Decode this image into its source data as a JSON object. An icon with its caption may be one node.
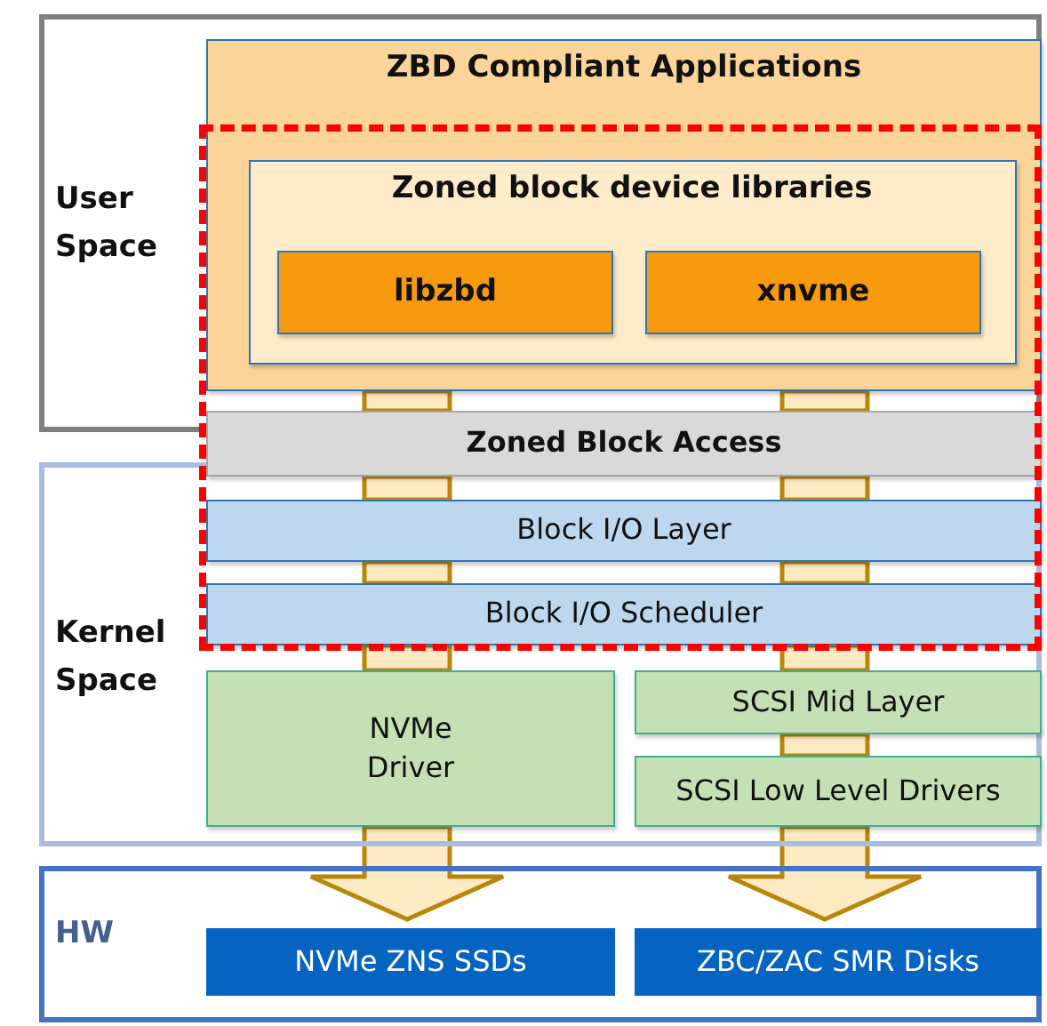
{
  "diagram": {
    "nodes": [
      {
        "text": [
          "User Space"
        ]
      },
      {
        "text": [
          "Kernel Space"
        ]
      },
      {
        "text": [
          "HW"
        ]
      },
      {
        "text": [
          "ZBD Compliant Applications"
        ],
        "in": 0
      },
      {
        "text": [
          "Zoned block device libraries"
        ],
        "in": 3
      },
      {
        "text": [
          "libzbd"
        ],
        "in": 4
      },
      {
        "text": [
          "xnvme"
        ],
        "in": 4
      },
      {
        "text": [
          "Zoned Block Access"
        ]
      },
      {
        "text": [
          "Block I/O Layer"
        ],
        "in": 1
      },
      {
        "text": [
          "Block I/O Scheduler"
        ],
        "in": 1
      },
      {
        "text": [
          "NVMe Driver"
        ],
        "in": 1
      },
      {
        "text": [
          "SCSI Mid Layer"
        ],
        "in": 1
      },
      {
        "text": [
          "SCSI Low Level Drivers"
        ],
        "in": 1
      },
      {
        "text": [
          "NVMe ZNS SSDs"
        ],
        "in": 2
      },
      {
        "text": [
          "ZBC/ZAC SMR Disks"
        ],
        "in": 2
      }
    ],
    "edges": [
      {
        "from": 3,
        "to": 7,
        "arrow": "none"
      },
      {
        "from": 3,
        "to": 7,
        "arrow": "none"
      },
      {
        "from": 7,
        "to": 8,
        "arrow": "none"
      },
      {
        "from": 7,
        "to": 8,
        "arrow": "none"
      },
      {
        "from": 8,
        "to": 9,
        "arrow": "none"
      },
      {
        "from": 8,
        "to": 9,
        "arrow": "none"
      },
      {
        "from": 9,
        "to": 10,
        "arrow": "none"
      },
      {
        "from": 9,
        "to": 11,
        "arrow": "none"
      },
      {
        "from": 11,
        "to": 12,
        "arrow": "none"
      },
      {
        "from": 10,
        "to": 13,
        "arrow": "to"
      },
      {
        "from": 12,
        "to": 14,
        "arrow": "to"
      }
    ]
  }
}
